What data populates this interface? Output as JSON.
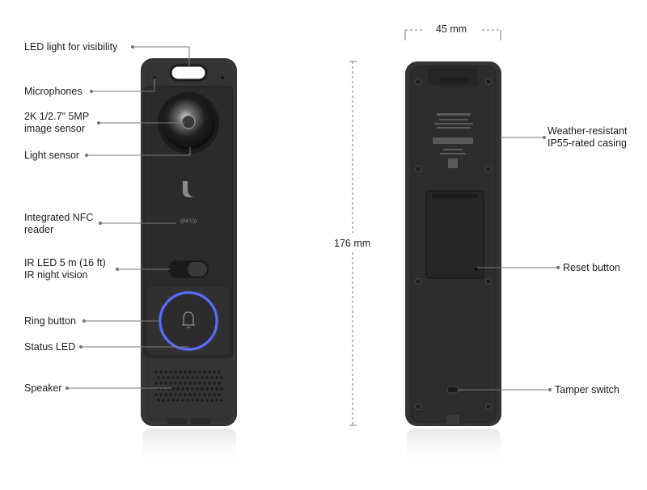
{
  "front_labels": {
    "led_light": "LED light for visibility",
    "microphones": "Microphones",
    "image_sensor_line1": "2K 1/2.7\" 5MP",
    "image_sensor_line2": "image sensor",
    "light_sensor": "Light sensor",
    "nfc_line1": "Integrated NFC",
    "nfc_line2": "reader",
    "ir_line1": "IR LED 5 m (16 ft)",
    "ir_line2": "IR night vision",
    "ring_button": "Ring button",
    "status_led": "Status LED",
    "speaker": "Speaker"
  },
  "back_labels": {
    "weather_line1": "Weather-resistant",
    "weather_line2": "IP55-rated casing",
    "reset_button": "Reset button",
    "tamper_switch": "Tamper switch"
  },
  "dimensions": {
    "width": "45 mm",
    "height": "176 mm"
  },
  "colors": {
    "body": "#333336",
    "body_dark": "#2a2a2c",
    "ring_led": "#5a6cff",
    "leader": "#7a7a7a"
  }
}
